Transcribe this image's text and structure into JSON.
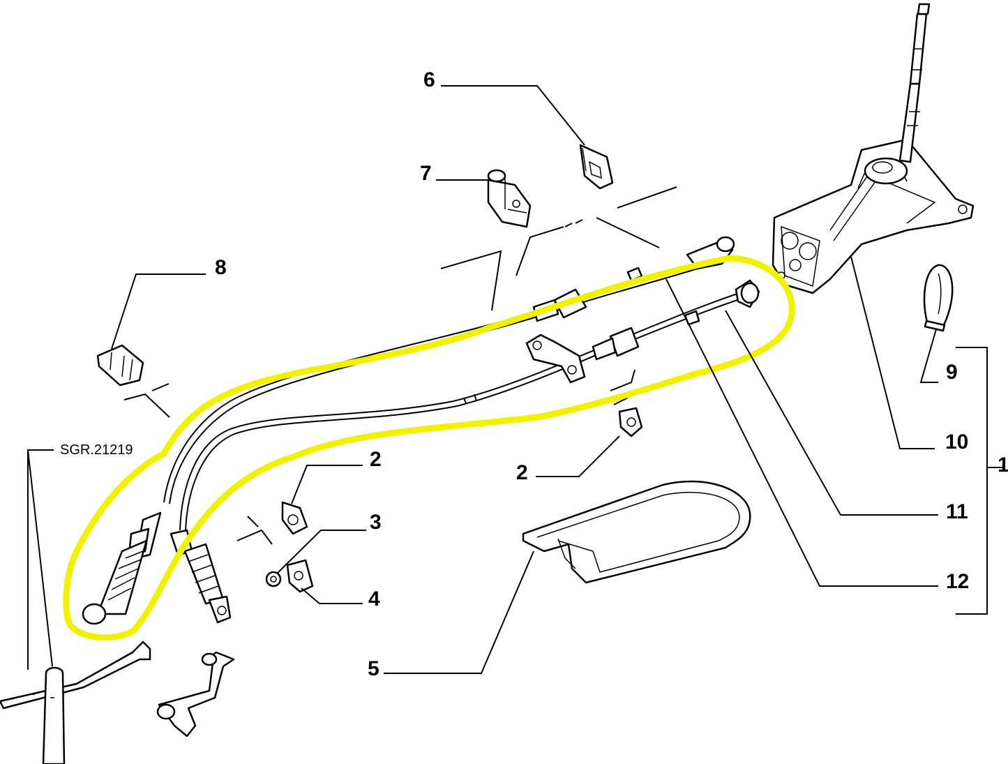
{
  "reference": "SGR.21219",
  "highlight_color": "#f2f200",
  "labels": {
    "l1": "1",
    "l2a": "2",
    "l2b": "2",
    "l3": "3",
    "l4": "4",
    "l5": "5",
    "l6": "6",
    "l7": "7",
    "l8": "8",
    "l9": "9",
    "l10": "10",
    "l11": "11",
    "l12": "12"
  }
}
